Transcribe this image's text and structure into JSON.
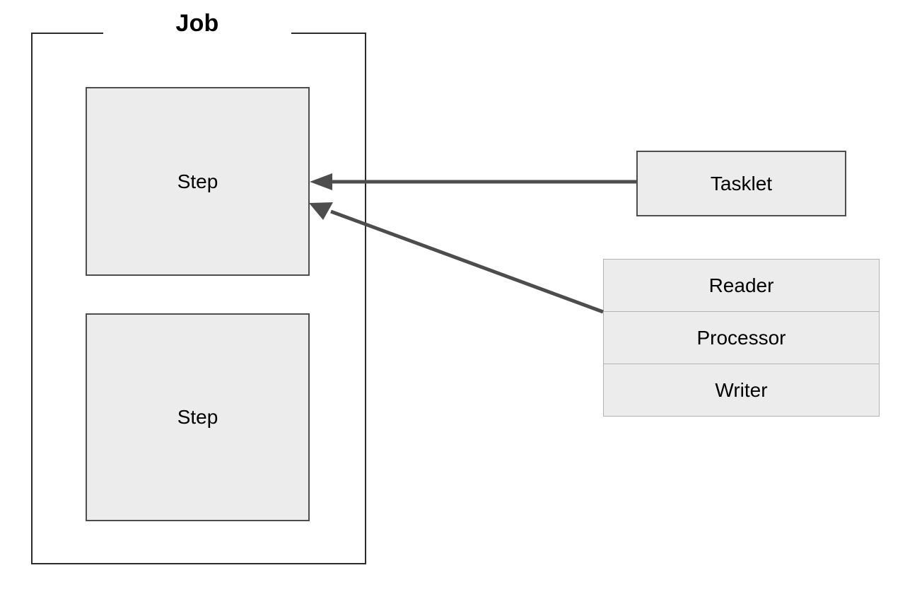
{
  "diagram": {
    "title": "Job",
    "background_color": "#ffffff",
    "job": {
      "label": "Job",
      "border_color": "#2b2b2b",
      "steps": [
        {
          "label": "Step"
        },
        {
          "label": "Step"
        }
      ]
    },
    "components": {
      "tasklet": {
        "label": "Tasklet",
        "fill_color": "#ececec",
        "border_color": "#4d4d4d"
      },
      "chunk_stack": {
        "fill_color": "#ececec",
        "border_color": "#b3b3b3",
        "rows": [
          {
            "label": "Reader"
          },
          {
            "label": "Processor"
          },
          {
            "label": "Writer"
          }
        ]
      }
    },
    "connectors": {
      "stroke_color": "#4d4d4d",
      "stroke_width": 5,
      "arrows": [
        {
          "name": "tasklet-to-step",
          "from": "Tasklet",
          "to": "Step",
          "style": "straight"
        },
        {
          "name": "chunk-to-step",
          "from": "Reader/Processor",
          "to": "Step",
          "style": "diagonal"
        }
      ]
    }
  }
}
